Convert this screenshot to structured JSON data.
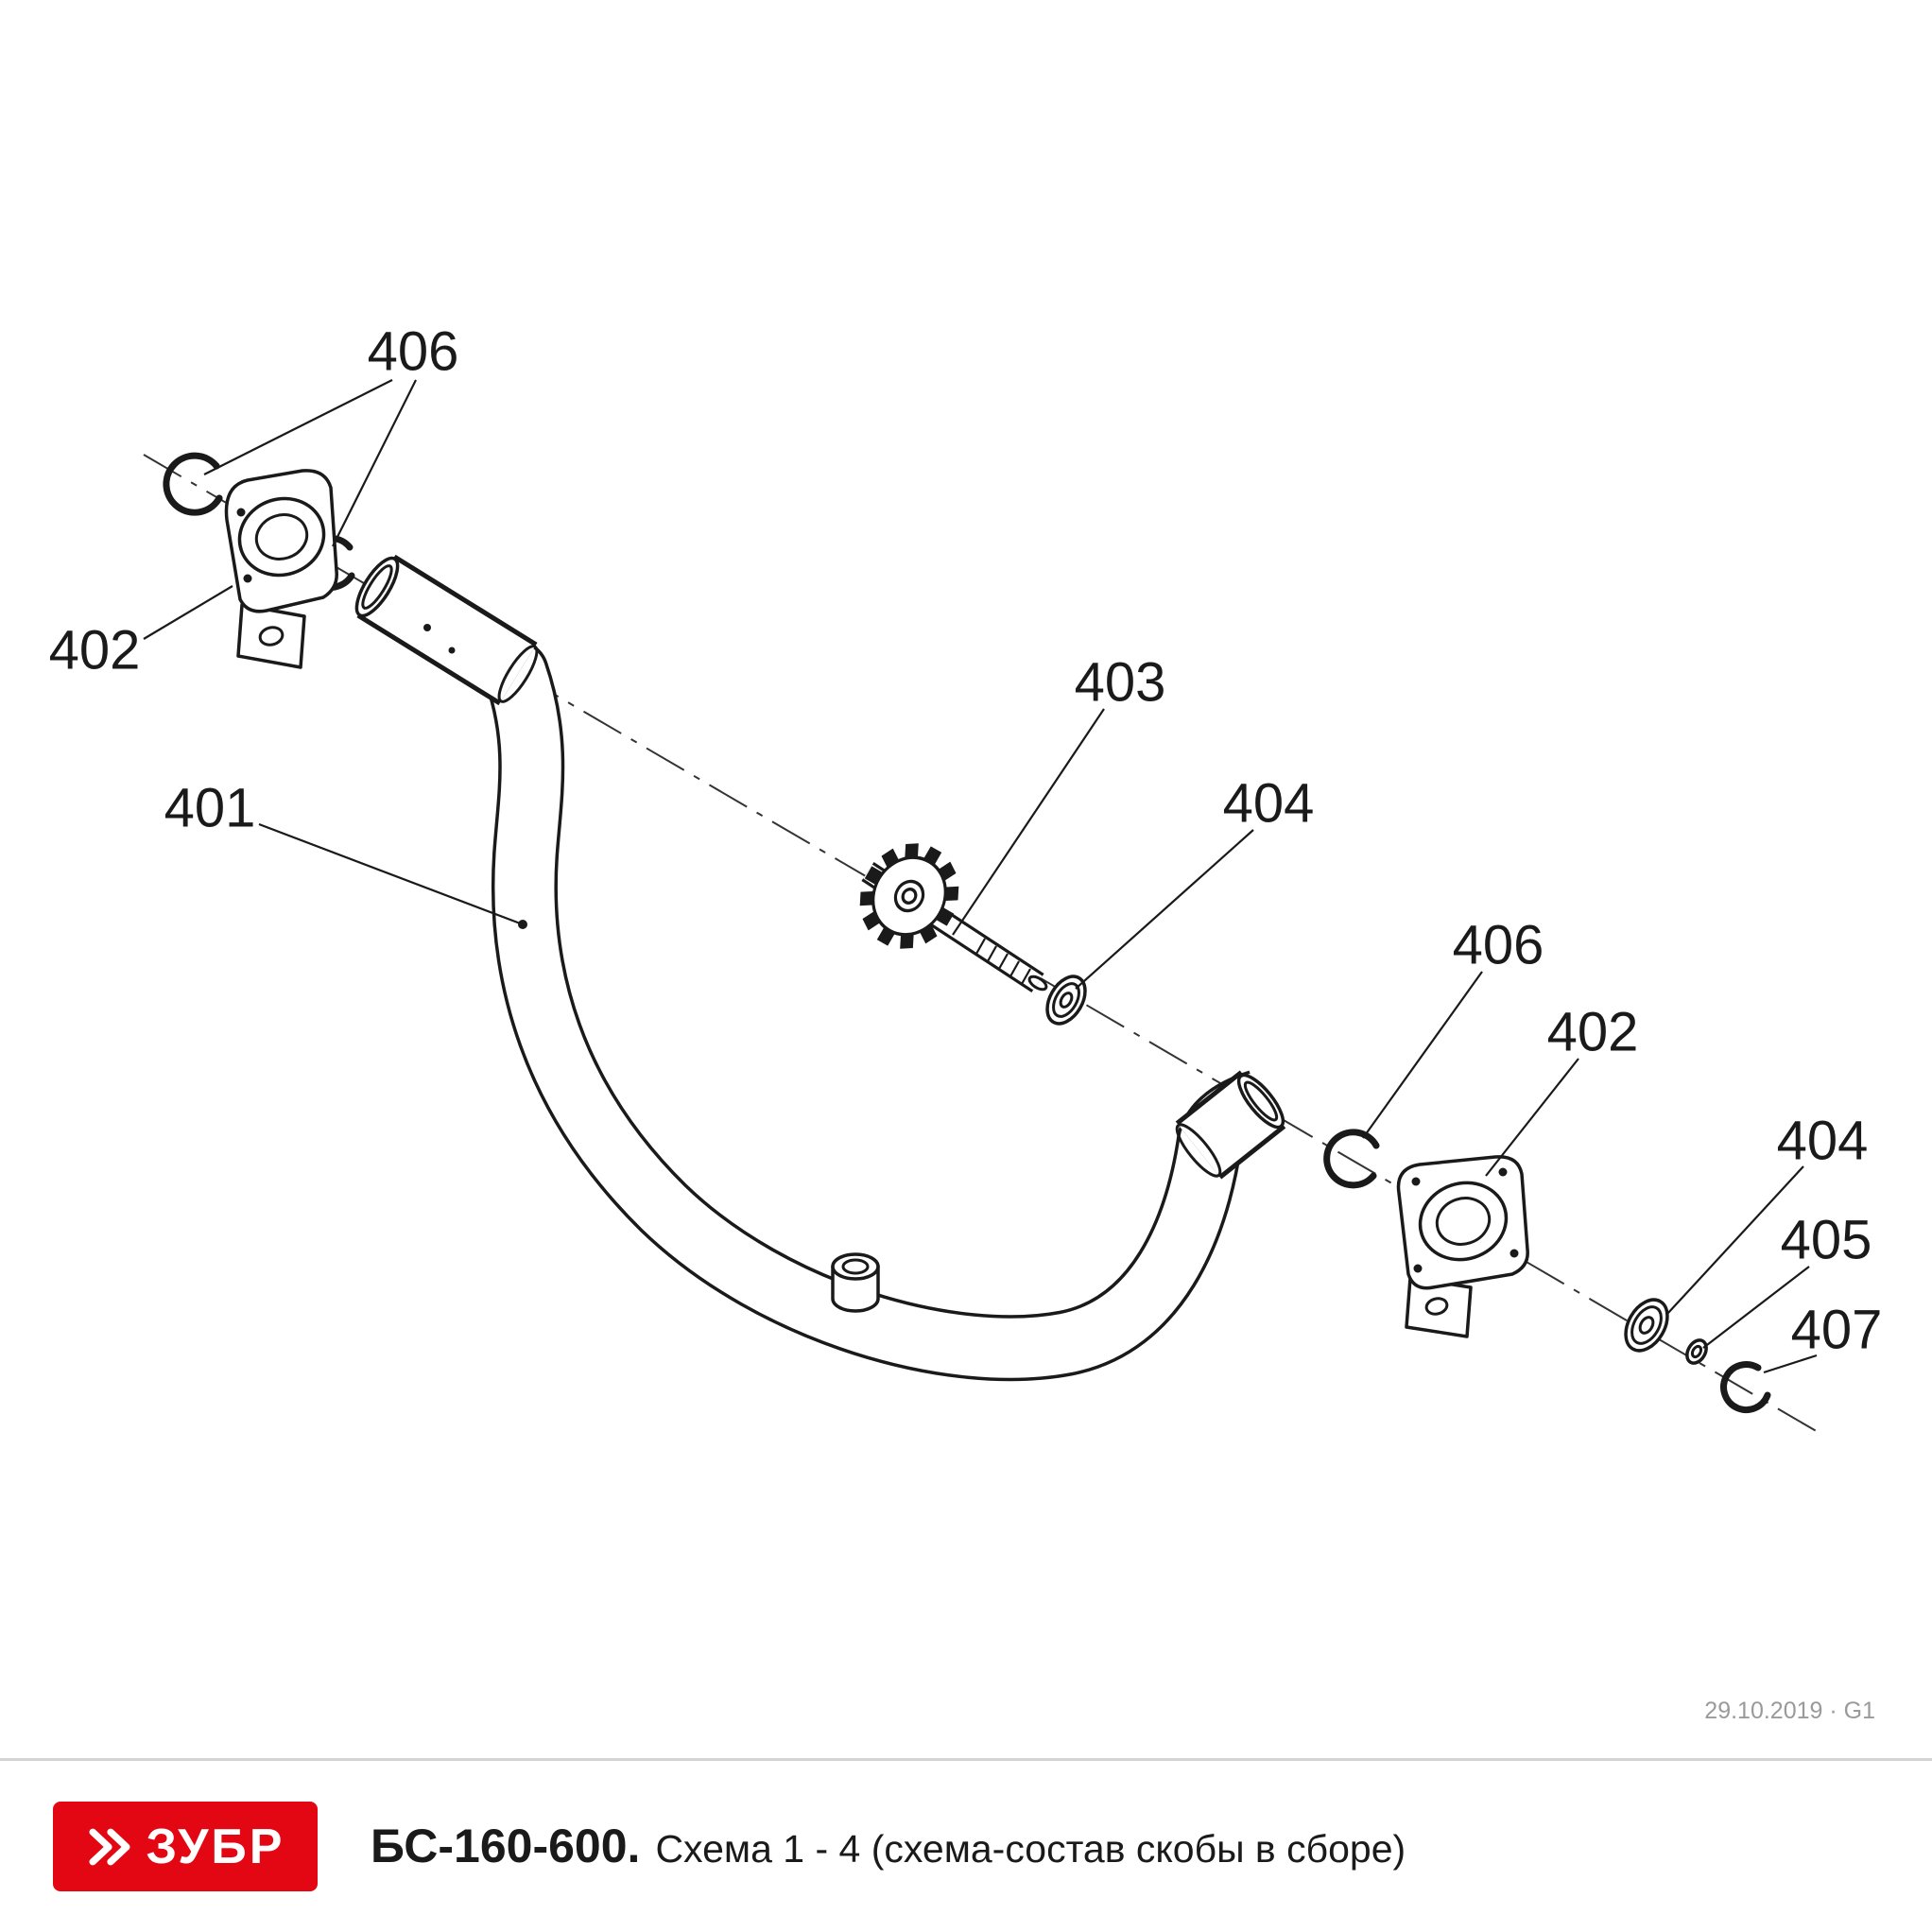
{
  "diagram": {
    "labels": {
      "l406_top": "406",
      "l402_left": "402",
      "l401": "401",
      "l403": "403",
      "l404_mid": "404",
      "l406_right": "406",
      "l402_right": "402",
      "l404_right": "404",
      "l405": "405",
      "l407": "407"
    },
    "revision": "29.10.2019 · G1",
    "line_color": "#1a1a1a"
  },
  "footer": {
    "brand": "ЗУБР",
    "brand_color": "#e30613",
    "model": "БС-160-600.",
    "subtitle": "Схема 1 - 4 (схема-состав скобы в сборе)"
  }
}
